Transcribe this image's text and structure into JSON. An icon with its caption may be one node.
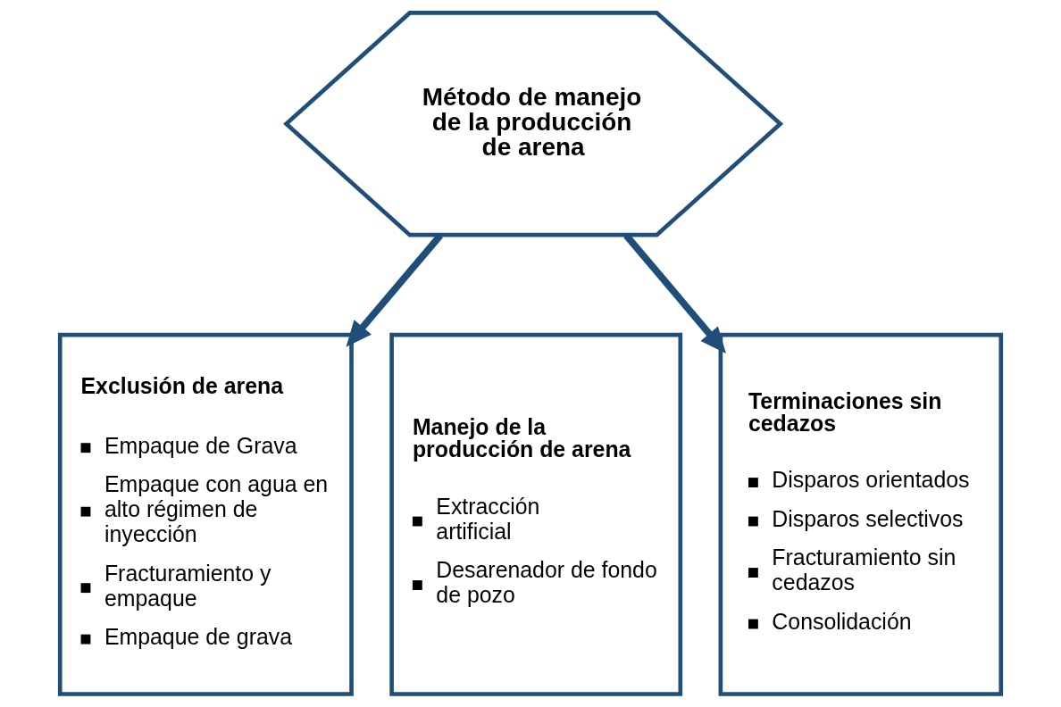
{
  "diagram": {
    "nodes": [
      {
        "text": [
          "Método de manejo de la producción de arena"
        ]
      },
      {
        "text": [
          "Exclusión de arena",
          "Empaque de Grava",
          "Empaque con agua en alto régimen de inyección",
          "Fracturamiento y empaque",
          "Empaque de grava"
        ]
      },
      {
        "text": [
          "Manejo de la producción de arena",
          "Extracción artificial",
          "Desarenador de fondo de pozo"
        ]
      },
      {
        "text": [
          "Terminaciones sin cedazos",
          "Disparos orientados",
          "Disparos selectivos",
          "Fracturamiento sin cedazos",
          "Consolidación"
        ]
      }
    ],
    "edges": [
      {
        "from": 0,
        "to": 1,
        "arrow": "to"
      },
      {
        "from": 0,
        "to": 3,
        "arrow": "to"
      }
    ]
  }
}
